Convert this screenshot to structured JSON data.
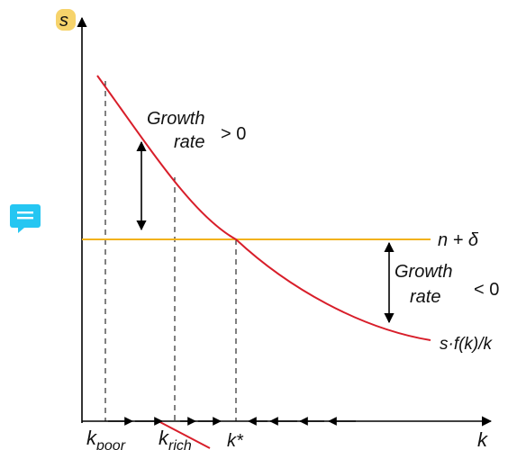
{
  "axis": {
    "y_label": "s",
    "x_label": "k"
  },
  "curves": {
    "horizontal_label": "n + δ",
    "curve_label": "s·f(k)/k"
  },
  "annotations": {
    "upper_growth": {
      "line1": "Growth",
      "line2": "rate",
      "sign": "> 0"
    },
    "lower_growth": {
      "line1": "Growth",
      "line2": "rate",
      "sign": "< 0"
    }
  },
  "x_marks": {
    "poor": {
      "base": "k",
      "sub": "poor"
    },
    "rich": {
      "base": "k",
      "sub": "rich"
    },
    "steady": "k*"
  },
  "colors": {
    "curve": "#d81e2a",
    "horizontal": "#f2b21a",
    "axis": "#000000",
    "highlight": "#f6d36b",
    "comment_icon": "#25c6f2"
  },
  "icons": {
    "comment": "comment-icon"
  }
}
